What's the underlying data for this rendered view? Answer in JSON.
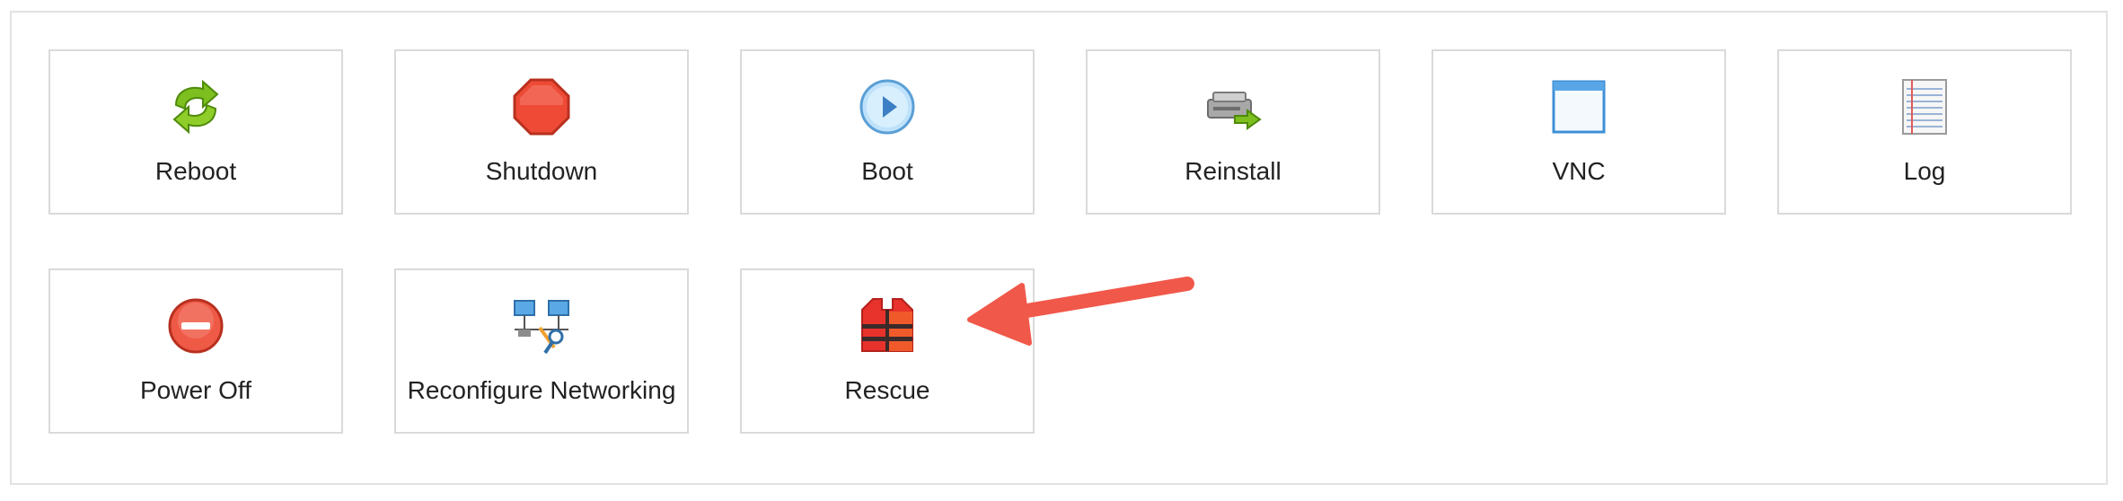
{
  "actions": {
    "row1": [
      {
        "label": "Reboot",
        "icon": "reboot-icon"
      },
      {
        "label": "Shutdown",
        "icon": "shutdown-icon"
      },
      {
        "label": "Boot",
        "icon": "boot-icon"
      },
      {
        "label": "Reinstall",
        "icon": "reinstall-icon"
      },
      {
        "label": "VNC",
        "icon": "vnc-icon"
      },
      {
        "label": "Log",
        "icon": "log-icon"
      }
    ],
    "row2": [
      {
        "label": "Power Off",
        "icon": "power-off-icon"
      },
      {
        "label": "Reconfigure Networking",
        "icon": "network-icon"
      },
      {
        "label": "Rescue",
        "icon": "rescue-icon"
      }
    ]
  },
  "colors": {
    "tile_border": "#dadada",
    "panel_border": "#e2e2e2",
    "annotation_arrow": "#f0584a"
  }
}
